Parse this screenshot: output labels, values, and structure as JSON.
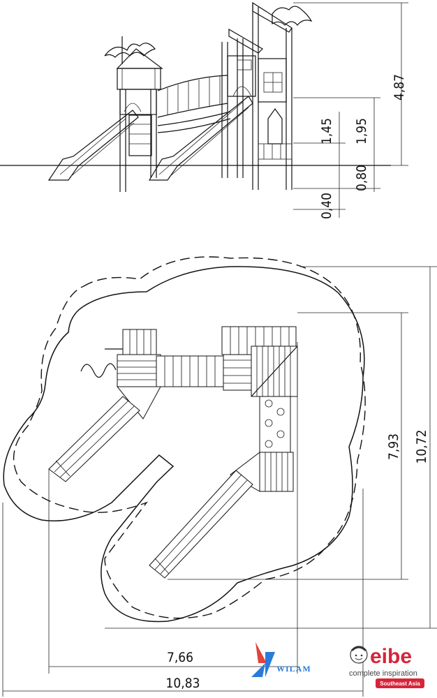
{
  "elevation": {
    "dimensions": {
      "overall_height": "4,87",
      "height_1": "1,45",
      "height_2": "1,95",
      "height_3": "0,80",
      "height_4": "0,40"
    }
  },
  "plan": {
    "dimensions": {
      "inner_depth": "7,93",
      "outer_depth": "10,72",
      "inner_width": "7,66",
      "outer_width": "10,83"
    }
  },
  "logos": {
    "wilam": {
      "text": "WILAM"
    },
    "eibe": {
      "brand": "eibe",
      "tagline": "complete inspiration",
      "badge": "Southeast Asia",
      "brand_color": "#d6253a"
    }
  }
}
